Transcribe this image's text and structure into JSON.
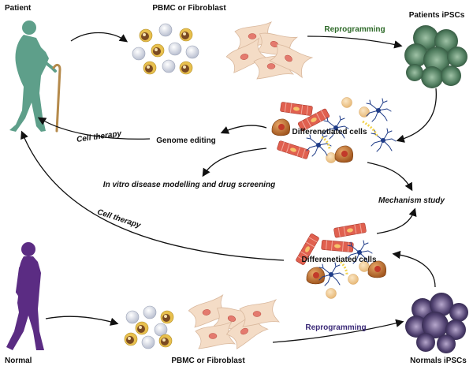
{
  "labels": {
    "patient": "Patient",
    "normal": "Normal",
    "pbmc_top": "PBMC or Fibroblast",
    "pbmc_bottom": "PBMC or Fibroblast",
    "reprogramming_top": "Reprogramming",
    "reprogramming_bottom": "Reprogramming",
    "patients_ipscs": "Patients iPSCs",
    "normals_ipscs": "Normals iPSCs",
    "diff_cells_top": "Differenetiated cells",
    "diff_cells_bottom": "Differenetiated cells",
    "genome_editing": "Genome editing",
    "cell_therapy_top": "Cell therapy",
    "cell_therapy_bottom": "Cell therapy",
    "in_vitro": "In vitro disease modelling and drug screening",
    "mechanism": "Mechanism study"
  },
  "colors": {
    "patient": "#5e9f8a",
    "normal": "#5b2c83",
    "reprogramming_top": "#2f6b2a",
    "reprogramming_bottom": "#3b2a78",
    "ipsc_top": "#4d7a5c",
    "ipsc_bottom": "#4e3f6e",
    "muscle": "#e0604f",
    "neuron": "#1f3c88",
    "cell_orange": "#c9783a"
  }
}
